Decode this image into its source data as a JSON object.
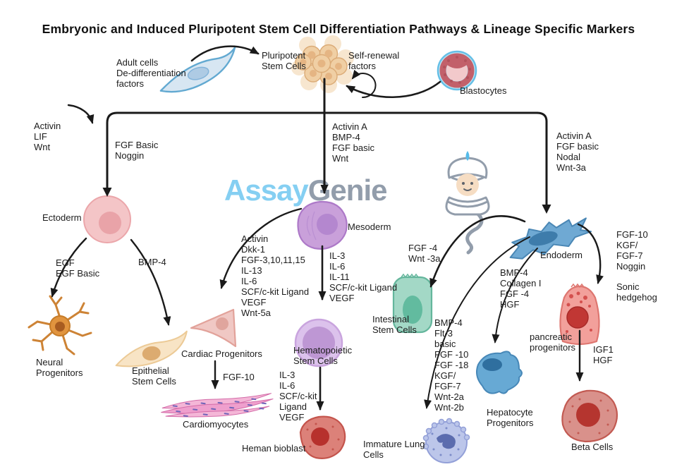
{
  "title": "Embryonic and Induced Pluripotent Stem Cell Differentiation Pathways & Lineage Specific Markers",
  "watermark": {
    "assay": "Assay",
    "genie": "Genie",
    "assay_color": "#7fcdf2",
    "genie_color": "#8d98a7"
  },
  "colors": {
    "arrow": "#1a1a1a",
    "ectoderm": "#f4c5c7",
    "mesoderm": "#c9a0da",
    "endoderm": "#6fa9d3",
    "pluripotent": "#f0cfa4",
    "blastocyte_ring": "#c2606a"
  },
  "labels": {
    "adult_cells": "Adult cells\nDe-differentiation\nfactors",
    "pluripotent": "Pluripotent\nStem Cells",
    "self_renewal": "Self-renewal\nfactors",
    "blastocytes": "Blastocytes",
    "activin_lif_wnt": "Activin\nLIF\nWnt",
    "fgf_basic_noggin": "FGF Basic\nNoggin",
    "activin_a_center": "Activin A\nBMP-4\nFGF basic\nWnt",
    "activin_a_right": "Activin A\nFGF basic\nNodal\nWnt-3a",
    "ectoderm": "Ectoderm",
    "mesoderm": "Mesoderm",
    "endoderm": "Endoderm",
    "egf": "EGF\nEGF Basic",
    "bmp4": "BMP-4",
    "mesoderm_left_factors": "Activin\nDkk-1\nFGF-3,10,11,15\nIL-13\nIL-6\nSCF/c-kit Ligand\nVEGF\nWnt-5a",
    "mesoderm_down_factors": "IL-3\nIL-6\nIL-11\nSCF/c-kit Ligand\nVEGF",
    "neural": "Neural\nProgenitors",
    "epithelial": "Epithelial\nStem Cells",
    "cardiac": "Cardiac Progenitors",
    "fgf10": "FGF-10",
    "cardiomyocytes": "Cardiomyocytes",
    "hematopoietic": "Hematopoietic\nStem Cells",
    "hsc_down_factors": "IL-3\nIL-6\nSCF/c-kit\nLigand\nVEGF",
    "heman_bioblast": "Heman bioblast",
    "fgf4_wnt3a": "FGF -4\nWnt -3a",
    "intestinal": "Intestinal\nStem Cells",
    "lung_factors": "BMP-4\nFlt-3\nbasic\nFGF -10\nFGF -18\nKGF/\nFGF-7\nWnt-2a\nWnt-2b",
    "immature_lung": "Immature Lung\nCells",
    "hepatocyte_factors": "BMP-4\nCollagen I\nFGF -4\nHGF",
    "hepatocyte": "Hepatocyte\nProgenitors",
    "endoderm_right_factors": "FGF-10\nKGF/\nFGF-7\nNoggin",
    "sonic": "Sonic\nhedgehog",
    "pancreatic": "pancreatic\nprogenitors",
    "igf1_hgf": "IGF1\nHGF",
    "beta_cells": "Beta Cells"
  }
}
